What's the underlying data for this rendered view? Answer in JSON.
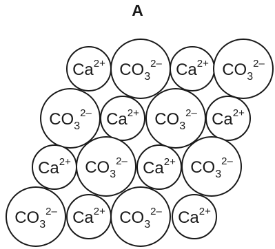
{
  "title": "A",
  "ions": {
    "cation": {
      "base": "Ca",
      "sub": "",
      "charge": "2+"
    },
    "anion": {
      "base": "CO",
      "sub": "3",
      "charge": "2–"
    }
  },
  "rows": [
    [
      "cation",
      "anion",
      "cation",
      "anion"
    ],
    [
      "anion",
      "cation",
      "anion",
      "cation"
    ],
    [
      "cation",
      "anion",
      "cation",
      "anion"
    ],
    [
      "anion",
      "cation",
      "anion",
      "cation"
    ]
  ]
}
